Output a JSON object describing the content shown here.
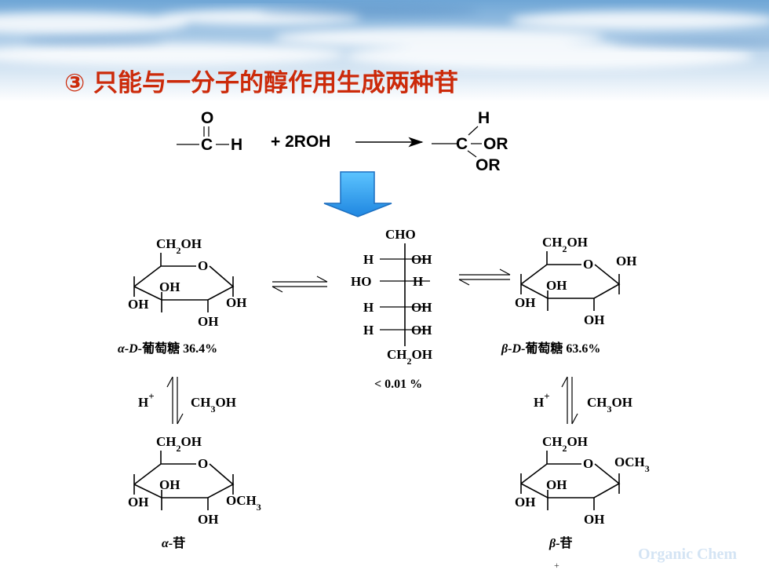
{
  "title": {
    "number_glyph": "③",
    "text": "只能与一分子的醇作用生成两种苷"
  },
  "top_reaction": {
    "aldehyde_o": "O",
    "aldehyde_c": "C",
    "aldehyde_h": "H",
    "reagent": "+ 2ROH",
    "product_h": "H",
    "product_c": "C",
    "product_or1": "OR",
    "product_or2": "OR"
  },
  "open_chain": {
    "top": "CHO",
    "row1_left": "H",
    "row1_right": "OH",
    "row2_left": "HO",
    "row2_right": "H",
    "row3_left": "H",
    "row3_right": "OH",
    "row4_left": "H",
    "row4_right": "OH",
    "bottom": "CH2OH",
    "percent": "< 0.01 %"
  },
  "alpha_glucose": {
    "ch2oh": "CH2OH",
    "ring_o": "O",
    "oh_inner": "OH",
    "oh_left": "OH",
    "oh_right": "OH",
    "oh_bottom": "OH",
    "label_greek": "α-D-",
    "label_name": "葡萄糖",
    "label_percent": " 36.4%"
  },
  "beta_glucose": {
    "ch2oh": "CH2OH",
    "ring_o": "O",
    "oh_anomeric": "OH",
    "oh_inner": "OH",
    "oh_left": "OH",
    "oh_bottom": "OH",
    "label_greek": "β-D-",
    "label_name": "葡萄糖",
    "label_percent": " 63.6%"
  },
  "left_conversion": {
    "acid": "H",
    "acid_charge": "+",
    "reagent": "CH3OH"
  },
  "right_conversion": {
    "acid": "H",
    "acid_charge": "+",
    "reagent": "CH3OH"
  },
  "alpha_glycoside": {
    "ch2oh": "CH2OH",
    "ring_o": "O",
    "oh_inner": "OH",
    "oh_left": "OH",
    "och3": "OCH3",
    "oh_bottom": "OH",
    "label_greek": "α-",
    "label_name": "苷"
  },
  "beta_glycoside": {
    "ch2oh": "CH2OH",
    "ring_o": "O",
    "och3": "OCH3",
    "oh_inner": "OH",
    "oh_left": "OH",
    "oh_bottom": "OH",
    "label_greek": "β-",
    "label_name": "苷"
  },
  "footer": {
    "watermark": "Organic Chem",
    "plus": "+"
  },
  "colors": {
    "title": "#cc2a0a",
    "down_arrow_fill": "#3aa6f0",
    "down_arrow_edge": "#1c6fc0",
    "watermark": "#d4e4f4"
  },
  "icons": {
    "transformation_arrow": "down-arrow-icon",
    "equilibrium": "equilibrium-arrow-icon"
  }
}
